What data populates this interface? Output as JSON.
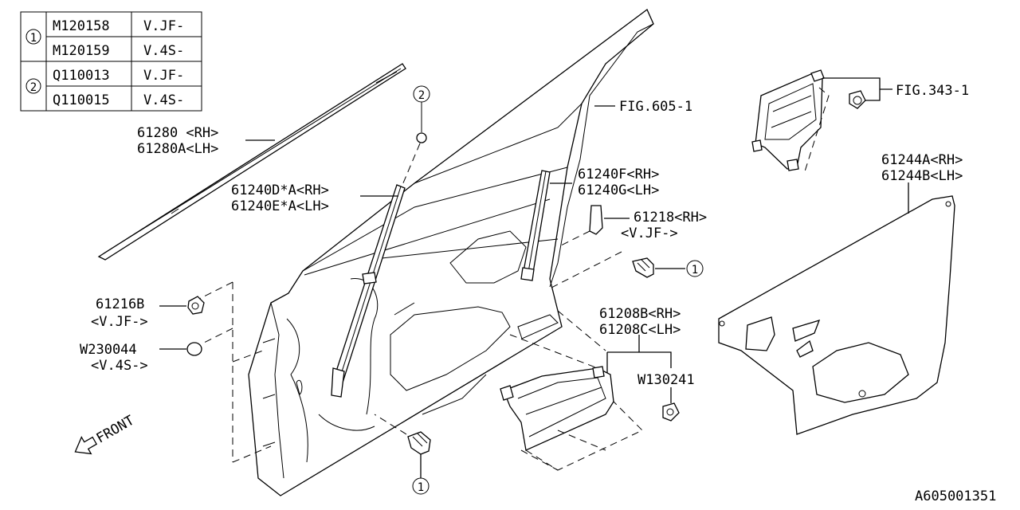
{
  "parts_table": {
    "rows": [
      {
        "ref": "1",
        "part": "M120158",
        "spec": "V.JF-"
      },
      {
        "ref": "",
        "part": "M120159",
        "spec": "V.4S-"
      },
      {
        "ref": "2",
        "part": "Q110013",
        "spec": "V.JF-"
      },
      {
        "ref": "",
        "part": "Q110015",
        "spec": "V.4S-"
      }
    ]
  },
  "callouts": {
    "weatherstrip_61280": {
      "line1": "61280 <RH>",
      "line2": "61280A<LH>"
    },
    "sash_61240D": {
      "line1": "61240D*A<RH>",
      "line2": "61240E*A<LH>"
    },
    "fig_605": "FIG.605-1",
    "channel_61240F": {
      "line1": "61240F<RH>",
      "line2": "61240G<LH>"
    },
    "fig_343": "FIG.343-1",
    "sealing_61244": {
      "line1": "61244A<RH>",
      "line2": "61244B<LH>"
    },
    "plug_61218": {
      "line1": "61218<RH>",
      "line2": "<V.JF->"
    },
    "clip_61216B": {
      "line1": "61216B",
      "line2": "<V.JF->"
    },
    "plug_w230044": {
      "line1": "W230044",
      "line2": "<V.4S->"
    },
    "cover_61208": {
      "line1": "61208B<RH>",
      "line2": "61208C<LH>"
    },
    "clip_w130241": "W130241",
    "front_arrow": "FRONT",
    "ref_circle_1": "1",
    "ref_circle_2": "2",
    "diagram_id": "A605001351"
  }
}
